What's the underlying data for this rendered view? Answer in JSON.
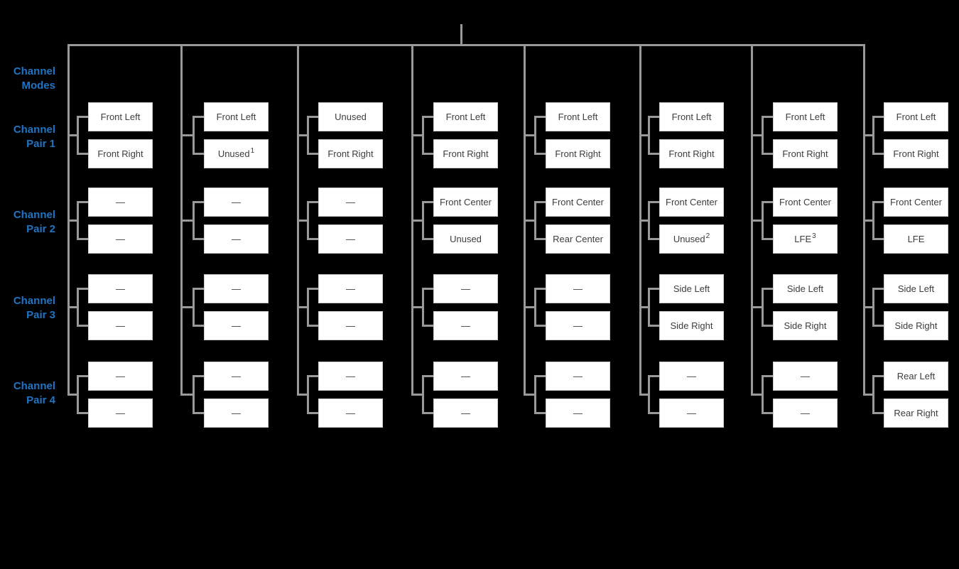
{
  "figure": {
    "kind": "channel-modes-tree-diagram"
  },
  "colors": {
    "background": "#000000",
    "connector_line": "#999999",
    "box_fill": "#ffffff",
    "box_border": "#cccccc",
    "box_text": "#3d3d3d",
    "label_blue": "#1f74c4"
  },
  "row_labels": [
    {
      "id": "channel-modes",
      "lines": [
        "Channel",
        "Modes"
      ]
    },
    {
      "id": "channel-pair-1",
      "lines": [
        "Channel",
        "Pair 1"
      ]
    },
    {
      "id": "channel-pair-2",
      "lines": [
        "Channel",
        "Pair 2"
      ]
    },
    {
      "id": "channel-pair-3",
      "lines": [
        "Channel",
        "Pair 3"
      ]
    },
    {
      "id": "channel-pair-4",
      "lines": [
        "Channel",
        "Pair 4"
      ]
    }
  ],
  "columns": [
    {
      "pairs": [
        [
          "Front Left",
          "Front Right"
        ],
        [
          "—",
          "—"
        ],
        [
          "—",
          "—"
        ],
        [
          "—",
          "—"
        ]
      ]
    },
    {
      "pairs": [
        [
          "Front Left",
          {
            "label": "Unused",
            "sup": "1"
          }
        ],
        [
          "—",
          "—"
        ],
        [
          "—",
          "—"
        ],
        [
          "—",
          "—"
        ]
      ]
    },
    {
      "pairs": [
        [
          "Unused",
          "Front Right"
        ],
        [
          "—",
          "—"
        ],
        [
          "—",
          "—"
        ],
        [
          "—",
          "—"
        ]
      ]
    },
    {
      "pairs": [
        [
          "Front Left",
          "Front Right"
        ],
        [
          "Front Center",
          "Unused"
        ],
        [
          "—",
          "—"
        ],
        [
          "—",
          "—"
        ]
      ]
    },
    {
      "pairs": [
        [
          "Front Left",
          "Front Right"
        ],
        [
          "Front Center",
          "Rear Center"
        ],
        [
          "—",
          "—"
        ],
        [
          "—",
          "—"
        ]
      ]
    },
    {
      "pairs": [
        [
          "Front Left",
          "Front Right"
        ],
        [
          "Front Center",
          {
            "label": "Unused",
            "sup": "2"
          }
        ],
        [
          "Side Left",
          "Side Right"
        ],
        [
          "—",
          "—"
        ]
      ]
    },
    {
      "pairs": [
        [
          "Front Left",
          "Front Right"
        ],
        [
          "Front Center",
          {
            "label": "LFE",
            "sup": "3"
          }
        ],
        [
          "Side Left",
          "Side Right"
        ],
        [
          "—",
          "—"
        ]
      ]
    },
    {
      "pairs": [
        [
          "Front Left",
          "Front Right"
        ],
        [
          "Front Center",
          "LFE"
        ],
        [
          "Side Left",
          "Side Right"
        ],
        [
          "Rear Left",
          "Rear Right"
        ]
      ]
    }
  ]
}
